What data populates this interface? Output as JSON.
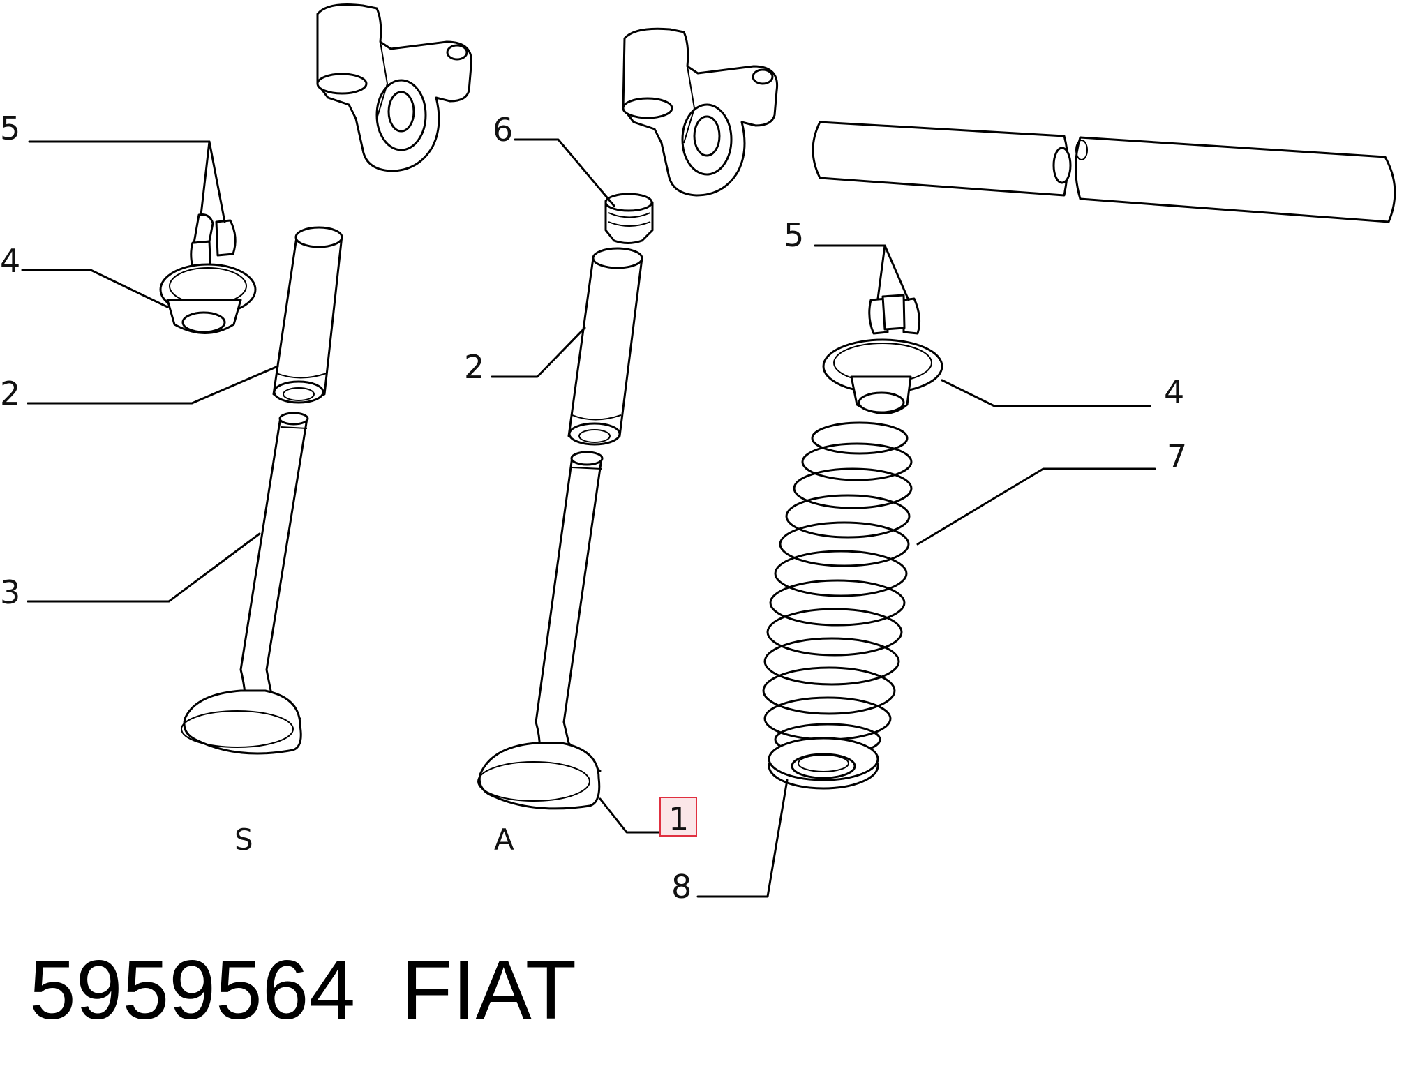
{
  "callouts": {
    "n5_left": "5",
    "n4_left": "4",
    "n2_left": "2",
    "n3_left": "3",
    "n6": "6",
    "n2_mid": "2",
    "n5_right": "5",
    "n4_right": "4",
    "n7": "7",
    "n1": "1",
    "n8": "8"
  },
  "views": {
    "exhaust": "S",
    "intake": "A"
  },
  "footer": {
    "part_number": "5959564",
    "brand": "FIAT"
  },
  "highlight_color": "#e03040"
}
